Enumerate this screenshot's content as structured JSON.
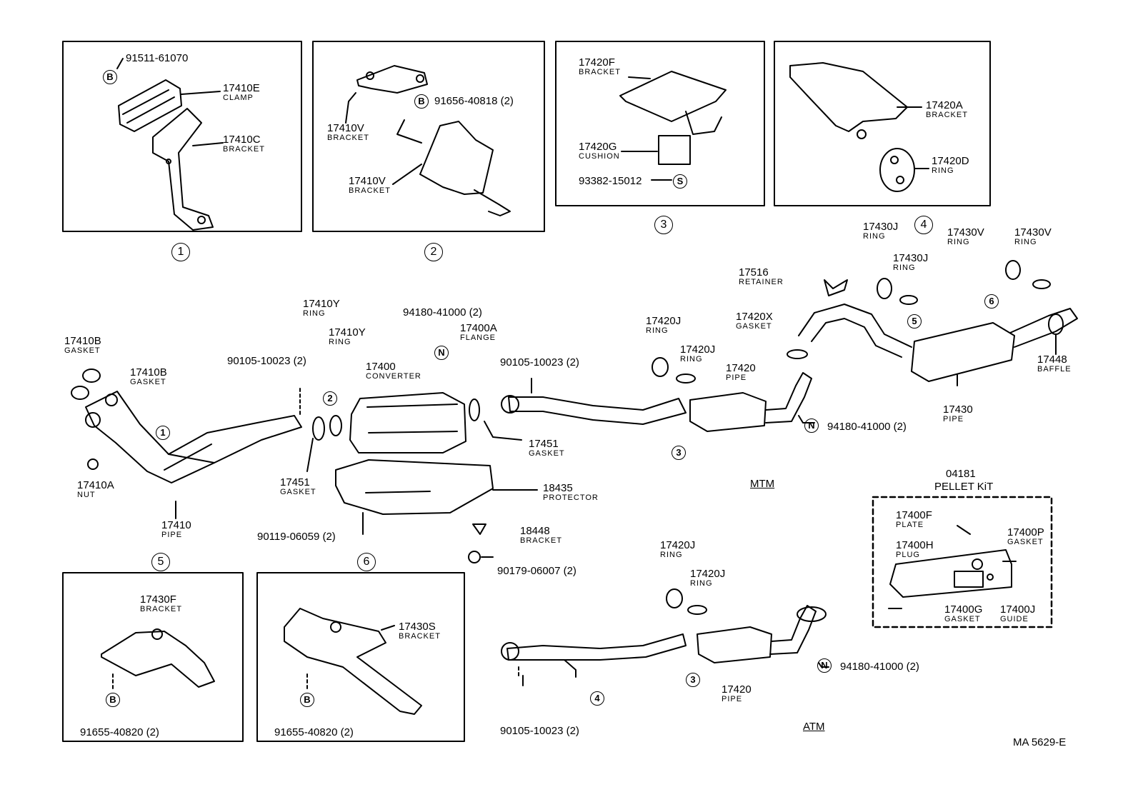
{
  "drawing_code": "MA 5629-E",
  "variants": {
    "mtm": "MTM",
    "atm": "ATM"
  },
  "callouts": {
    "b": "B",
    "s": "S",
    "n": "N"
  },
  "detail_numbers": [
    "1",
    "2",
    "3",
    "4",
    "5",
    "6"
  ],
  "details": {
    "d1": {
      "p1": "91511-61070",
      "p2": "17410E",
      "p2n": "CLAMP",
      "p3": "17410C",
      "p3n": "BRACKET"
    },
    "d2": {
      "p1": "91656-40818 (2)",
      "p2": "17410V",
      "p2n": "BRACKET",
      "p3": "17410V",
      "p3n": "BRACKET"
    },
    "d3": {
      "p1": "17420F",
      "p1n": "BRACKET",
      "p2": "17420G",
      "p2n": "CUSHION",
      "p3": "93382-15012"
    },
    "d4": {
      "p1": "17420A",
      "p1n": "BRACKET",
      "p2": "17420D",
      "p2n": "RING"
    },
    "d5": {
      "p1": "17430F",
      "p1n": "BRACKET",
      "p2": "91655-40820 (2)"
    },
    "d6": {
      "p1": "17430S",
      "p1n": "BRACKET",
      "p2": "91655-40820 (2)"
    }
  },
  "main": {
    "g1": "17410B",
    "g1n": "GASKET",
    "g2": "17410B",
    "g2n": "GASKET",
    "nut": "17410A",
    "nutn": "NUT",
    "pipe1": "17410",
    "pipe1n": "PIPE",
    "bolt1": "90105-10023 (2)",
    "ring1": "17410Y",
    "ring1n": "RING",
    "ring2": "17410Y",
    "ring2n": "RING",
    "nut2": "94180-41000 (2)",
    "flange": "17400A",
    "flangen": "FLANGE",
    "conv": "17400",
    "convn": "CONVERTER",
    "bolt2": "90105-10023 (2)",
    "gk1": "17451",
    "gk1n": "GASKET",
    "gk2": "17451",
    "gk2n": "GASKET",
    "prot": "18435",
    "protn": "PROTECTOR",
    "bolt3": "90119-06059 (2)",
    "brk": "18448",
    "brkn": "BRACKET",
    "nut3": "90179-06007 (2)",
    "r3": "17420J",
    "r3n": "RING",
    "r4": "17420J",
    "r4n": "RING",
    "gx": "17420X",
    "gxn": "GASKET",
    "pipe2": "17420",
    "pipe2n": "PIPE",
    "nut4": "94180-41000 (2)",
    "ret": "17516",
    "retn": "RETAINER",
    "rj1": "17430J",
    "rj1n": "RING",
    "rj2": "17430J",
    "rj2n": "RING",
    "rv1": "17430V",
    "rv1n": "RING",
    "rv2": "17430V",
    "rv2n": "RING",
    "baffle": "17448",
    "bafflen": "BAFFLE",
    "muff": "17430",
    "muffn": "PIPE"
  },
  "pellet": {
    "kit": "04181",
    "kitn": "PELLET KiT",
    "plate": "17400F",
    "platen": "PLATE",
    "gasket": "17400P",
    "gasketn": "GASKET",
    "plug": "17400H",
    "plugn": "PLUG",
    "g2": "17400G",
    "g2n": "GASKET",
    "guide": "17400J",
    "guiden": "GUIDE"
  },
  "atm": {
    "r1": "17420J",
    "r1n": "RING",
    "r2": "17420J",
    "r2n": "RING",
    "nut": "94180-41000 (2)",
    "pipe": "17420",
    "pipen": "PIPE",
    "bolt": "90105-10023 (2)"
  }
}
